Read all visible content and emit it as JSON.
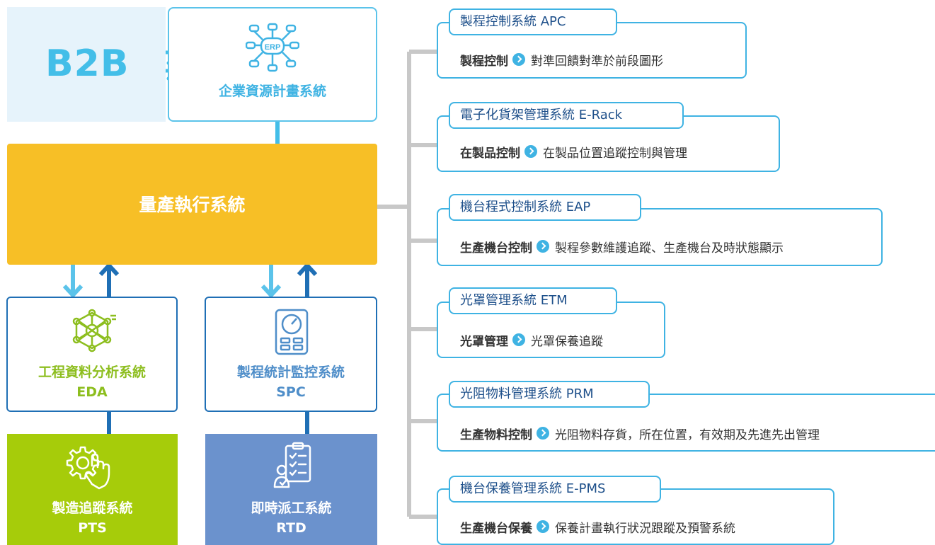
{
  "top": {
    "b2b": "B2B",
    "erp_badge": "ERP",
    "erp_label": "企業資源計畫系統"
  },
  "mes": {
    "label": "量產執行系統"
  },
  "eda": {
    "line1": "工程資料分析系統",
    "line2": "EDA"
  },
  "spc": {
    "line1": "製程統計監控系統",
    "line2": "SPC"
  },
  "pts": {
    "line1": "製造追蹤系統",
    "line2": "PTS"
  },
  "rtd": {
    "line1": "即時派工系統",
    "line2": "RTD"
  },
  "panels": [
    {
      "title": "製程控制系統 APC",
      "strong": "製程控制",
      "desc": "對準回饋對準於前段圖形"
    },
    {
      "title": "電子化貨架管理系統 E-Rack",
      "strong": "在製品控制",
      "desc": "在製品位置追蹤控制與管理"
    },
    {
      "title": "機台程式控制系統 EAP",
      "strong": "生產機台控制",
      "desc": "製程參數維護追蹤、生產機台及時狀態顯示"
    },
    {
      "title": "光罩管理系統 ETM",
      "strong": "光罩管理",
      "desc": "光罩保養追蹤"
    },
    {
      "title": "光阻物料管理系統 PRM",
      "strong": "生產物料控制",
      "desc": "光阻物料存貨，所在位置，有效期及先進先出管理"
    },
    {
      "title": "機台保養管理系統 E-PMS",
      "strong": "生產機台保養",
      "desc": "保養計畫執行狀況跟蹤及預警系統"
    }
  ],
  "colors": {
    "light_blue": "#3fb3e3",
    "dark_blue": "#1f6fb5",
    "mes_yellow": "#f7bf26",
    "pts_green": "#a6cc0a",
    "rtd_blue": "#6b92cd",
    "eda_green": "#8dbe1f"
  }
}
